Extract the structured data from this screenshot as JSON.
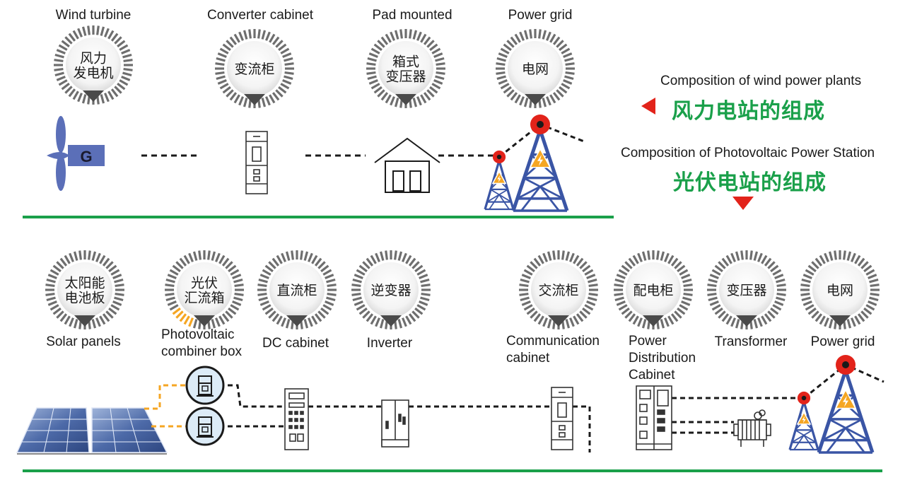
{
  "colors": {
    "accent_green": "#1aa04a",
    "arrow_red": "#e2231a",
    "tower_blue": "#3a55a5",
    "warning_orange": "#f5a623",
    "wire_orange": "#f5a623",
    "ray_grey": "#6e6e6e"
  },
  "legend": {
    "wind_en": "Composition of wind power plants",
    "wind_cn": "风力电站的组成",
    "pv_en": "Composition of Photovoltaic Power Station",
    "pv_cn": "光伏电站的组成"
  },
  "wind": {
    "nodes": [
      {
        "en": "Wind turbine",
        "cn": [
          "风力",
          "发电机"
        ]
      },
      {
        "en": "Converter cabinet",
        "cn": [
          "变流柜"
        ]
      },
      {
        "en": "Pad mounted",
        "cn": [
          "箱式",
          "变压器"
        ]
      },
      {
        "en": "Power grid",
        "cn": [
          "电网"
        ]
      }
    ],
    "generator_letter": "G"
  },
  "pv": {
    "nodes": [
      {
        "en": "Solar panels",
        "cn": [
          "太阳能",
          "电池板"
        ]
      },
      {
        "en": "Photovoltaic combiner box",
        "cn": [
          "光伏",
          "汇流箱"
        ]
      },
      {
        "en": "DC cabinet",
        "cn": [
          "直流柜"
        ]
      },
      {
        "en": "Inverter",
        "cn": [
          "逆变器"
        ]
      },
      {
        "en": "Communication cabinet",
        "cn": [
          "交流柜"
        ]
      },
      {
        "en": "Power Distribution Cabinet",
        "cn": [
          "配电柜"
        ]
      },
      {
        "en": "Transformer",
        "cn": [
          "变压器"
        ]
      },
      {
        "en": "Power grid",
        "cn": [
          "电网"
        ]
      }
    ]
  }
}
